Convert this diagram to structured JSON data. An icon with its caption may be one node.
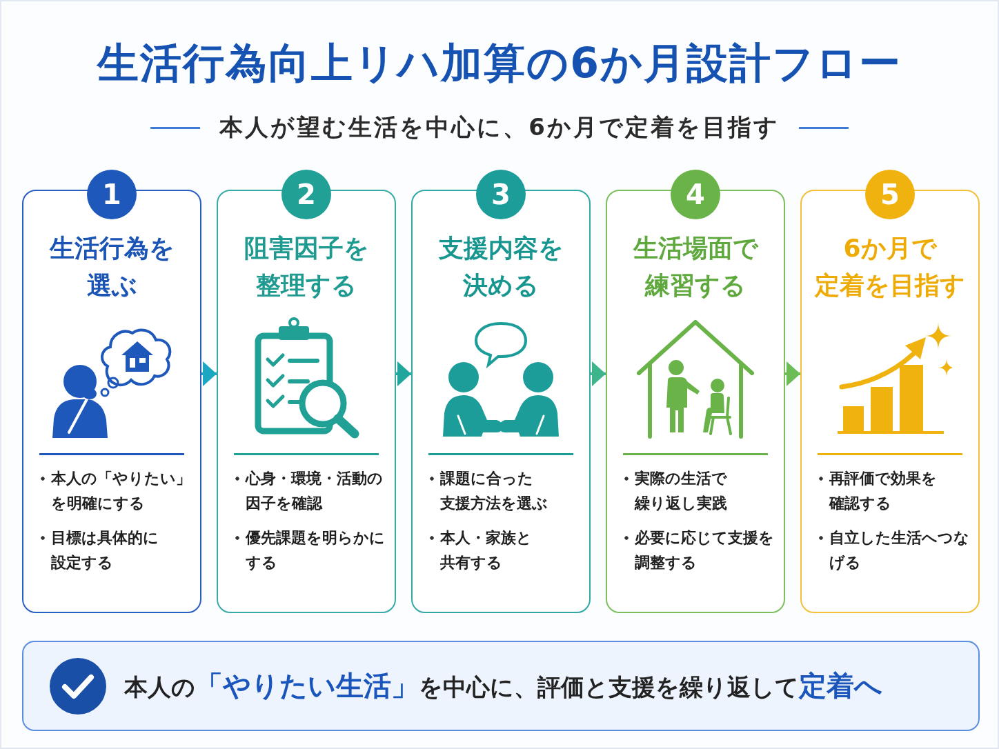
{
  "diagram": {
    "title": "生活行為向上リハ加算の6か月設計フロー",
    "nodes": [
      {
        "text": [
          "1"
        ]
      },
      {
        "text": [
          "生活行為を選ぶ",
          "本人の「やりたい」を明確にする",
          "目標は具体的に設定する"
        ]
      },
      {
        "text": [
          "2"
        ]
      },
      {
        "text": [
          "阻害因子を整理する",
          "心身・環境・活動の因子を確認",
          "優先課題を明らかにする"
        ]
      },
      {
        "text": [
          "3"
        ]
      },
      {
        "text": [
          "支援内容を決める",
          "課題に合った支援方法を選ぶ",
          "本人・家族と共有する"
        ]
      },
      {
        "text": [
          "4"
        ]
      },
      {
        "text": [
          "生活場面で練習する",
          "実際の生活で繰り返し実践",
          "必要に応じて支援を調整する"
        ]
      },
      {
        "text": [
          "5"
        ]
      },
      {
        "text": [
          "6か月で定着を目指す",
          "再評価で効果を確認する",
          "自立した生活へつなげる"
        ]
      },
      {
        "text": [
          "本人の**「やりたい生活」**を中心に、評価と支援を繰り返して**定着へ**"
        ]
      }
    ],
    "edges": [
      {
        "from": 1,
        "to": 3,
        "arrow": "to",
        "color": "#1ba7c2"
      },
      {
        "from": 3,
        "to": 5,
        "arrow": "to",
        "color": "#20a69c"
      },
      {
        "from": 5,
        "to": 7,
        "arrow": "to",
        "color": "#3db489"
      },
      {
        "from": 7,
        "to": 9,
        "arrow": "to",
        "color": "#6cbd55"
      }
    ],
    "labels": [
      "本人が望む生活を中心に、6か月で定着を目指す"
    ]
  }
}
